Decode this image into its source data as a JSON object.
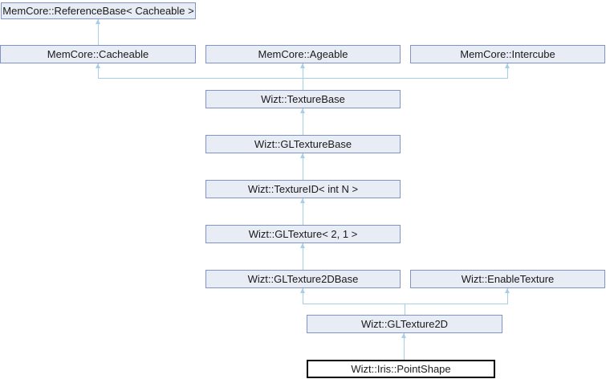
{
  "diagram": {
    "type": "class-inheritance-graph",
    "background": "#ffffff",
    "colors": {
      "node_fill": "#e8ecf5",
      "node_border": "#8192c4",
      "edge": "#a5cfe8",
      "current_node_fill": "#ffffff",
      "current_node_border": "#000000",
      "label_text": "#1a1a1a"
    },
    "nodes": [
      {
        "label": "MemCore::ReferenceBase< Cacheable >",
        "current": false
      },
      {
        "label": "MemCore::Cacheable",
        "current": false
      },
      {
        "label": "MemCore::Ageable",
        "current": false
      },
      {
        "label": "MemCore::Intercube",
        "current": false
      },
      {
        "label": "Wizt::TextureBase",
        "current": false
      },
      {
        "label": "Wizt::GLTextureBase",
        "current": false
      },
      {
        "label": "Wizt::TextureID< int N >",
        "current": false
      },
      {
        "label": "Wizt::GLTexture< 2, 1 >",
        "current": false
      },
      {
        "label": "Wizt::GLTexture2DBase",
        "current": false
      },
      {
        "label": "Wizt::EnableTexture",
        "current": false
      },
      {
        "label": "Wizt::GLTexture2D",
        "current": false
      },
      {
        "label": "Wizt::Iris::PointShape",
        "current": true
      }
    ],
    "relations": [
      {
        "child": "MemCore::Cacheable",
        "parents": [
          "MemCore::ReferenceBase< Cacheable >"
        ]
      },
      {
        "child": "Wizt::TextureBase",
        "parents": [
          "MemCore::Cacheable",
          "MemCore::Ageable",
          "MemCore::Intercube"
        ]
      },
      {
        "child": "Wizt::GLTextureBase",
        "parents": [
          "Wizt::TextureBase"
        ]
      },
      {
        "child": "Wizt::TextureID< int N >",
        "parents": [
          "Wizt::GLTextureBase"
        ]
      },
      {
        "child": "Wizt::GLTexture< 2, 1 >",
        "parents": [
          "Wizt::TextureID< int N >"
        ]
      },
      {
        "child": "Wizt::GLTexture2DBase",
        "parents": [
          "Wizt::GLTexture< 2, 1 >"
        ]
      },
      {
        "child": "Wizt::GLTexture2D",
        "parents": [
          "Wizt::GLTexture2DBase",
          "Wizt::EnableTexture"
        ]
      },
      {
        "child": "Wizt::Iris::PointShape",
        "parents": [
          "Wizt::GLTexture2D"
        ]
      }
    ]
  }
}
